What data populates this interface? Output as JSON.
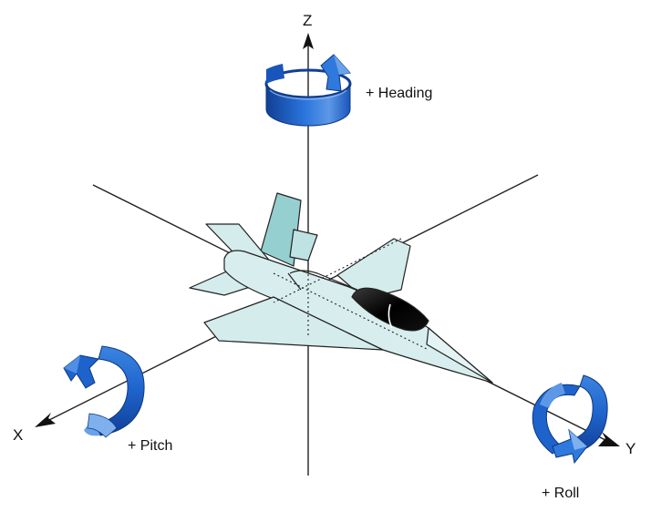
{
  "axes": {
    "z_label": "Z",
    "x_label": "X",
    "y_label": "Y"
  },
  "rotations": {
    "heading_label": "+ Heading",
    "pitch_label": "+ Pitch",
    "roll_label": "+ Roll"
  },
  "colors": {
    "arrow_blue": "#1e63cc",
    "arrow_light": "#6aa2ea",
    "arrow_dark": "#123f94",
    "aircraft_body": "#d5ecec",
    "aircraft_tail": "#96cfcf",
    "aircraft_outline": "#222222",
    "canopy": "#000000",
    "axis_line": "#222222"
  },
  "icons": [
    "heading-rotation-arrow-icon",
    "pitch-rotation-arrow-icon",
    "roll-rotation-arrow-icon",
    "aircraft-icon"
  ]
}
